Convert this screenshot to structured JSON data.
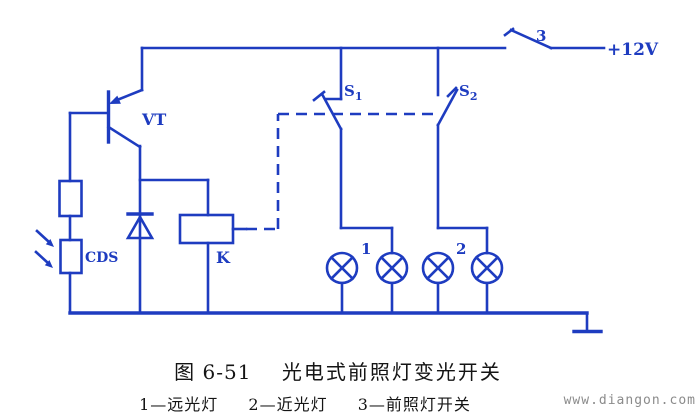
{
  "colors": {
    "circuit_line": "#1e3cc0",
    "caption_text": "#141414",
    "watermark_text": "#8b8b8b",
    "background": "#ffffff"
  },
  "power": {
    "switch_label": "3",
    "voltage_label": "+12V"
  },
  "components": {
    "transistor_label": "VT",
    "photoresistor_label": "CDS",
    "relay_label": "K",
    "switch1_main": "S",
    "switch1_sub": "1",
    "switch2_main": "S",
    "switch2_sub": "2",
    "lamp_group1_label": "1",
    "lamp_group2_label": "2"
  },
  "caption": {
    "figure_no": "图 6-51",
    "title": "光电式前照灯变光开关",
    "legend_item1": "1—远光灯",
    "legend_item2": "2—近光灯",
    "legend_item3": "3—前照灯开关"
  },
  "watermark": "www.diangon.com"
}
